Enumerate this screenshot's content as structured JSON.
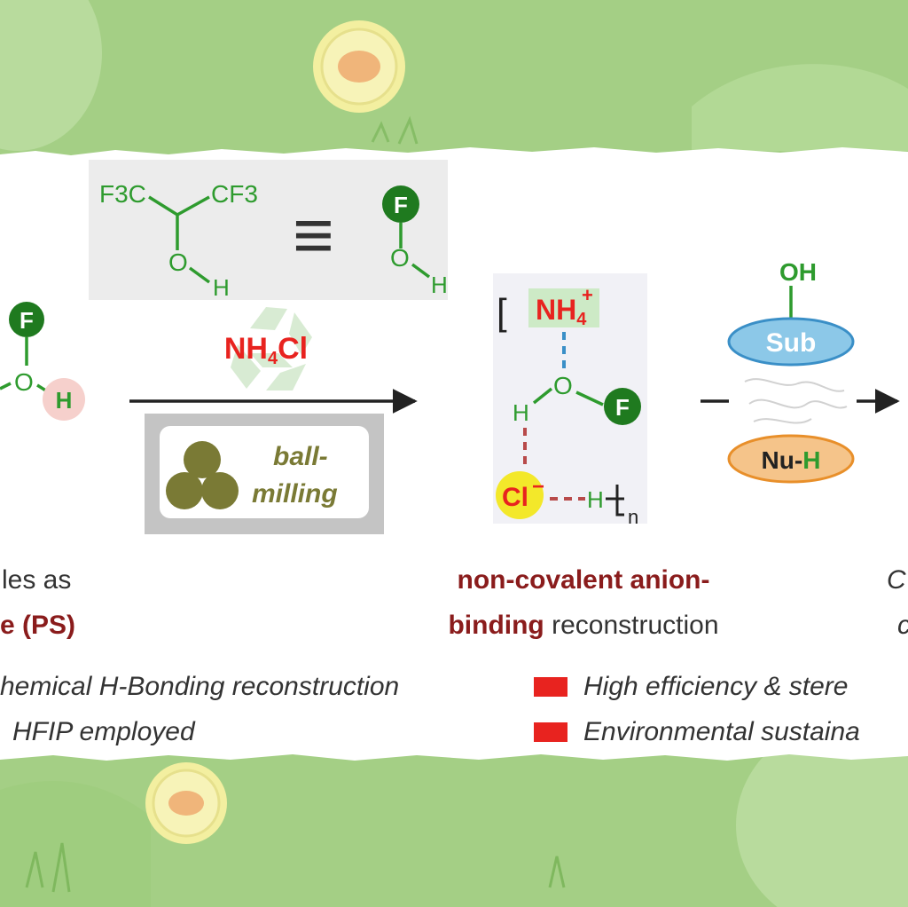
{
  "colors": {
    "background_green": "#a9d38a",
    "grass_green": "#8fc36e",
    "chem_green": "#2e9b2e",
    "atom_dark_green": "#1f7a1f",
    "nh4_red": "#e8231f",
    "dark_red_text": "#8a1c1c",
    "sub_blue": "#8cc8e8",
    "nu_orange": "#f5c48a",
    "olive_ball": "#7a7a35",
    "chloride_yellow": "#f3e82a"
  },
  "hfip_box": {
    "left_substituent": "F3C",
    "right_substituent": "CF3",
    "oxygen": "O",
    "hydrogen": "H",
    "equiv_symbol": "≡",
    "f_atom": "F"
  },
  "left_molecule": {
    "f_atom": "F",
    "oxygen": "O",
    "hydrogen": "H"
  },
  "reagent": {
    "nh4cl_main": "NH",
    "nh4cl_sub": "4",
    "nh4cl_tail": "Cl"
  },
  "ball_mill": {
    "line1": "ball-",
    "line2": "milling"
  },
  "complex": {
    "bracket": "[",
    "nh4_main": "NH",
    "nh4_sub": "4",
    "nh4_charge": "+",
    "oxygen": "O",
    "f_atom": "F",
    "h_top": "H",
    "cl": "Cl",
    "cl_charge": "−",
    "h_right": "H",
    "n": "n"
  },
  "substrates": {
    "oh": "OH",
    "sub": "Sub",
    "nu": "Nu",
    "nu_h": "H"
  },
  "captions": {
    "left_line1": "les as",
    "left_line2": "e (PS)",
    "middle_line1": "non-covalent anion-",
    "middle_line2_red": "binding",
    "middle_line2_rest": "reconstruction",
    "right_line1": "C",
    "right_line2": "c"
  },
  "bullets": {
    "left1": "hemical H-Bonding reconstruction",
    "left2": "HFIP employed",
    "right1": "High efficiency & stere",
    "right2": "Environmental sustaina"
  }
}
